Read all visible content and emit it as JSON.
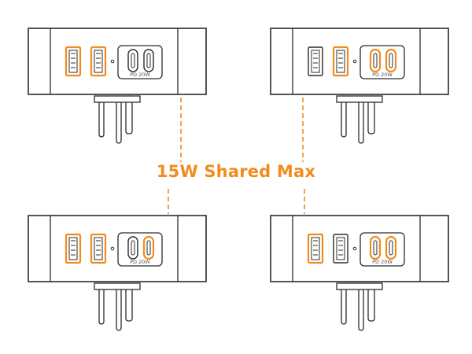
{
  "headline": "15W Shared Max",
  "port_label": "PD 20W",
  "colors": {
    "accent": "#F08C1E",
    "outline": "#2b2b2b",
    "background": "#ffffff"
  },
  "chargers": [
    {
      "id": "top-left",
      "active_ports": [
        "usb-a-1",
        "usb-a-2"
      ]
    },
    {
      "id": "top-right",
      "active_ports": [
        "usb-a-2",
        "usb-c-1",
        "usb-c-2"
      ]
    },
    {
      "id": "bottom-left",
      "active_ports": [
        "usb-a-1",
        "usb-a-2",
        "usb-c-2"
      ]
    },
    {
      "id": "bottom-right",
      "active_ports": [
        "usb-a-1",
        "usb-c-1",
        "usb-c-2"
      ]
    }
  ]
}
